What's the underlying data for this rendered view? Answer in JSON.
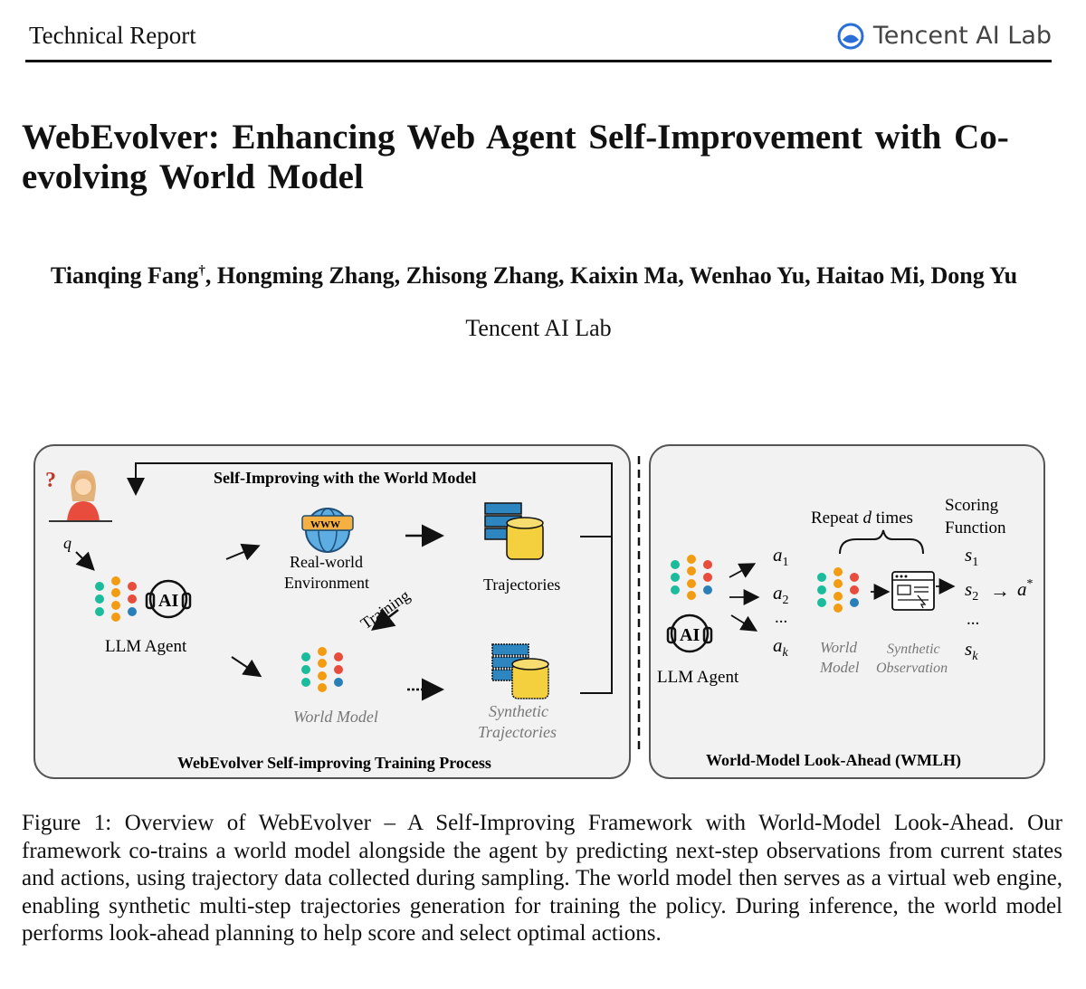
{
  "header": {
    "left_label": "Technical Report",
    "logo_text": "Tencent AI Lab"
  },
  "paper": {
    "title": "WebEvolver: Enhancing Web Agent Self-Improvement with Co-evolving World Model",
    "authors": "Tianqing Fang",
    "authors_dagger": "†",
    "authors_rest": ", Hongming Zhang, Zhisong Zhang, Kaixin Ma, Wenhao Yu, Haitao Mi, Dong Yu",
    "affiliation": "Tencent AI Lab"
  },
  "figure": {
    "left_panel": {
      "top_label": "Self-Improving with the World Model",
      "query_label": "q",
      "agent_label": "LLM Agent",
      "ai_badge": "AI",
      "env_label_1": "Real-world",
      "env_label_2": "Environment",
      "www_label": "WWW",
      "training_label": "Training",
      "trajectories_label": "Trajectories",
      "world_model_label": "World Model",
      "synthetic_1": "Synthetic",
      "synthetic_2": "Trajectories",
      "bottom_label": "WebEvolver Self-improving Training Process"
    },
    "right_panel": {
      "agent_label": "LLM Agent",
      "ai_badge": "AI",
      "repeat_label": "Repeat",
      "repeat_var": "d",
      "repeat_suffix": "times",
      "scoring_1": "Scoring",
      "scoring_2": "Function",
      "action_1": "a",
      "action_1_sub": "1",
      "action_2": "a",
      "action_2_sub": "2",
      "action_k": "a",
      "action_k_sub": "k",
      "dots": "...",
      "score_1": "s",
      "score_1_sub": "1",
      "score_2": "s",
      "score_2_sub": "2",
      "score_k": "s",
      "score_k_sub": "k",
      "arrow_out": "→",
      "optimal": "a",
      "optimal_sup": "*",
      "world_1": "World",
      "world_2": "Model",
      "syn_obs_1": "Synthetic",
      "syn_obs_2": "Observation",
      "bottom_label": "World-Model Look-Ahead (WMLH)"
    }
  },
  "caption": "Figure 1: Overview of WebEvolver – A Self-Improving Framework with World-Model Look-Ahead. Our framework co-trains a world model alongside the agent by predicting next-step observations from current states and actions, using trajectory data collected during sampling. The world model then serves as a virtual web engine, enabling synthetic multi-step trajectories generation for training the policy. During inference, the world model performs look-ahead planning to help score and select optimal actions."
}
